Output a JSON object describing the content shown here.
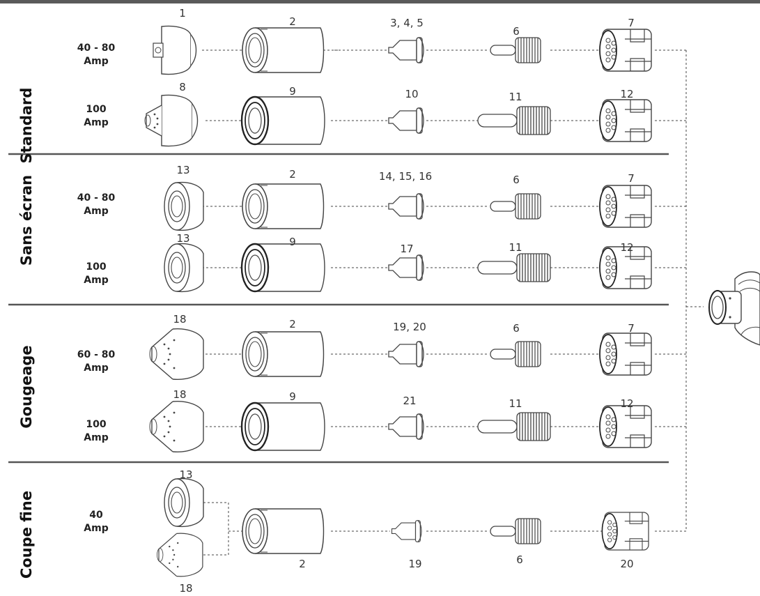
{
  "groups": [
    {
      "label": "Standard"
    },
    {
      "label": "Sans écran"
    },
    {
      "label": "Gougeage"
    },
    {
      "label": "Coupe fine"
    }
  ],
  "rows": [
    {
      "amp": [
        "40 - 80",
        "Amp"
      ],
      "parts": [
        "1",
        "2",
        "3, 4, 5",
        "6",
        "7"
      ]
    },
    {
      "amp": [
        "100",
        "Amp"
      ],
      "parts": [
        "8",
        "9",
        "10",
        "11",
        "12"
      ]
    },
    {
      "amp": [
        "40 - 80",
        "Amp"
      ],
      "parts": [
        "13",
        "2",
        "14, 15, 16",
        "6",
        "7"
      ]
    },
    {
      "amp": [
        "100",
        "Amp"
      ],
      "parts": [
        "13",
        "9",
        "17",
        "11",
        "12"
      ]
    },
    {
      "amp": [
        "60 - 80",
        "Amp"
      ],
      "parts": [
        "18",
        "2",
        "19, 20",
        "6",
        "7"
      ]
    },
    {
      "amp": [
        "100",
        "Amp"
      ],
      "parts": [
        "18",
        "9",
        "21",
        "11",
        "12"
      ]
    },
    {
      "amp": [
        "40",
        "Amp"
      ],
      "parts": [
        "13",
        "18",
        "2",
        "19",
        "6",
        "20"
      ]
    }
  ],
  "colors": {
    "line": "#444444",
    "ink": "#333333",
    "accent": "#5a5a5a"
  }
}
